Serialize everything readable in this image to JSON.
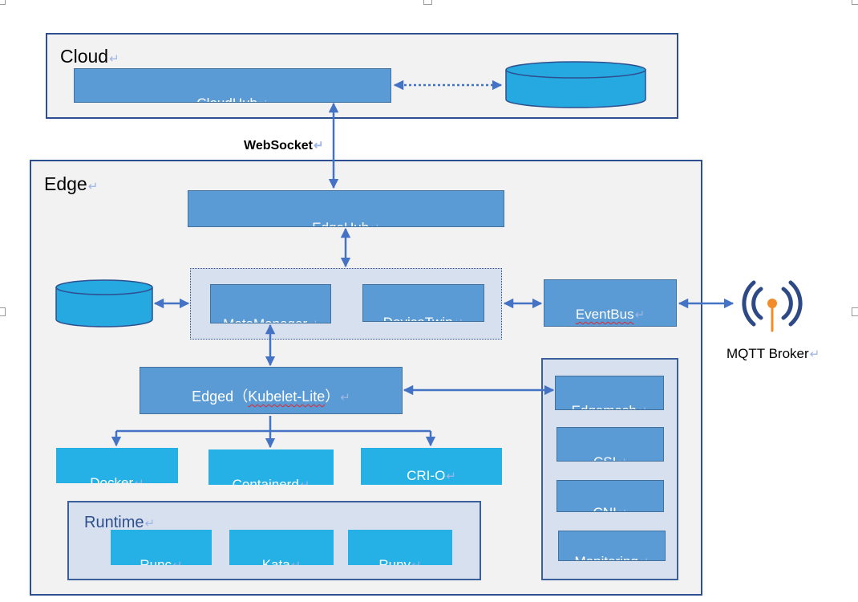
{
  "cloud": {
    "title": "Cloud",
    "cloudhub": "CloudHub"
  },
  "connector": {
    "websocket": "WebSocket"
  },
  "edge": {
    "title": "Edge",
    "edgehub": "EdgeHub",
    "metamanager": "MetaManager",
    "devicetwin": "DeviceTwin",
    "eventbus": "EventBus",
    "edged_prefix": "Edged（",
    "edged_kubelet": "Kubelet-Lite",
    "edged_suffix": "）",
    "docker": "Docker",
    "containerd": "Containerd",
    "crio": "CRI-O",
    "runtime": {
      "title": "Runtime",
      "runc": "Runc",
      "kata": "Kata",
      "runv": "Runv"
    },
    "right_panel": {
      "edgemesh": "Edgemesh",
      "csi": "CSI",
      "cni": "CNI",
      "monitoring": "Monitoring"
    }
  },
  "mqtt": {
    "label": "MQTT Broker"
  },
  "return_mark": "↵",
  "colors": {
    "region_border": "#2e4f8f",
    "blue_box": "#5b9bd5",
    "cyan_box": "#25b1e6",
    "panel": "#d6e0ee",
    "arrow": "#4472c4"
  }
}
